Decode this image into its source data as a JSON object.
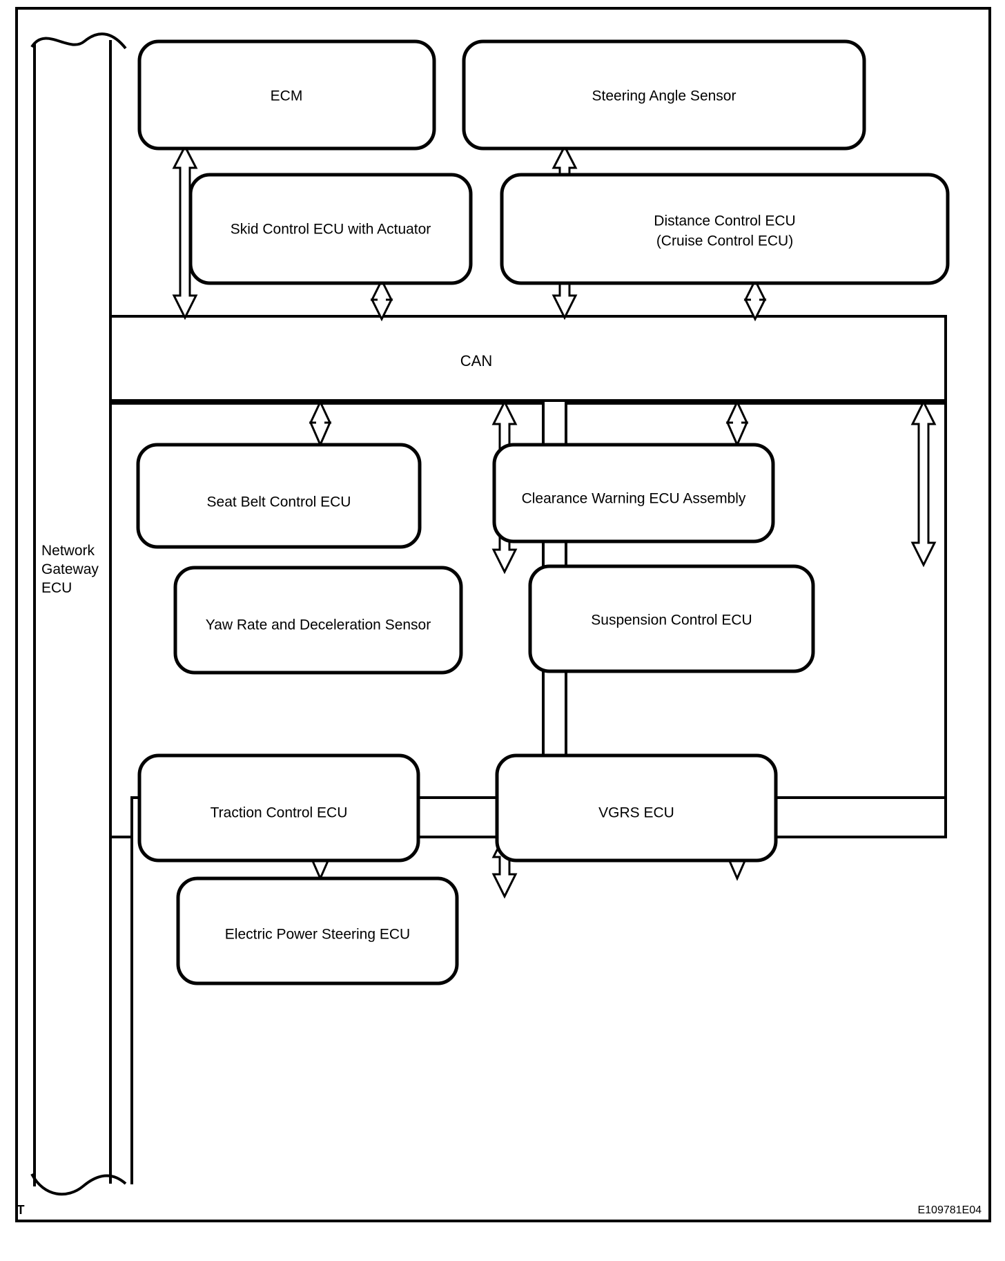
{
  "diagram": {
    "title_code": "E109781E04",
    "bus_label": "CAN",
    "gateway_label_line1": "Network",
    "gateway_label_line2": "Gateway",
    "gateway_label_line3": "ECU",
    "terminal_marker": "T",
    "colors": {
      "stroke": "#000000",
      "background": "#ffffff"
    },
    "nodes": [
      {
        "id": "ecm",
        "label": "ECM"
      },
      {
        "id": "steering-angle-sensor",
        "label": "Steering Angle Sensor"
      },
      {
        "id": "skid-control-ecu",
        "label": "Skid Control ECU with Actuator"
      },
      {
        "id": "distance-control-ecu",
        "label_line1": "Distance Control ECU",
        "label_line2": "(Cruise Control ECU)"
      },
      {
        "id": "seat-belt-control-ecu",
        "label": "Seat Belt Control ECU"
      },
      {
        "id": "clearance-warning-ecu",
        "label": "Clearance Warning ECU Assembly"
      },
      {
        "id": "yaw-rate-sensor",
        "label": "Yaw Rate and Deceleration Sensor"
      },
      {
        "id": "suspension-control-ecu",
        "label": "Suspension Control ECU"
      },
      {
        "id": "traction-control-ecu",
        "label": "Traction Control ECU"
      },
      {
        "id": "vgrs-ecu",
        "label": "VGRS ECU"
      },
      {
        "id": "electric-power-steering-ecu",
        "label": "Electric Power Steering ECU"
      }
    ]
  }
}
